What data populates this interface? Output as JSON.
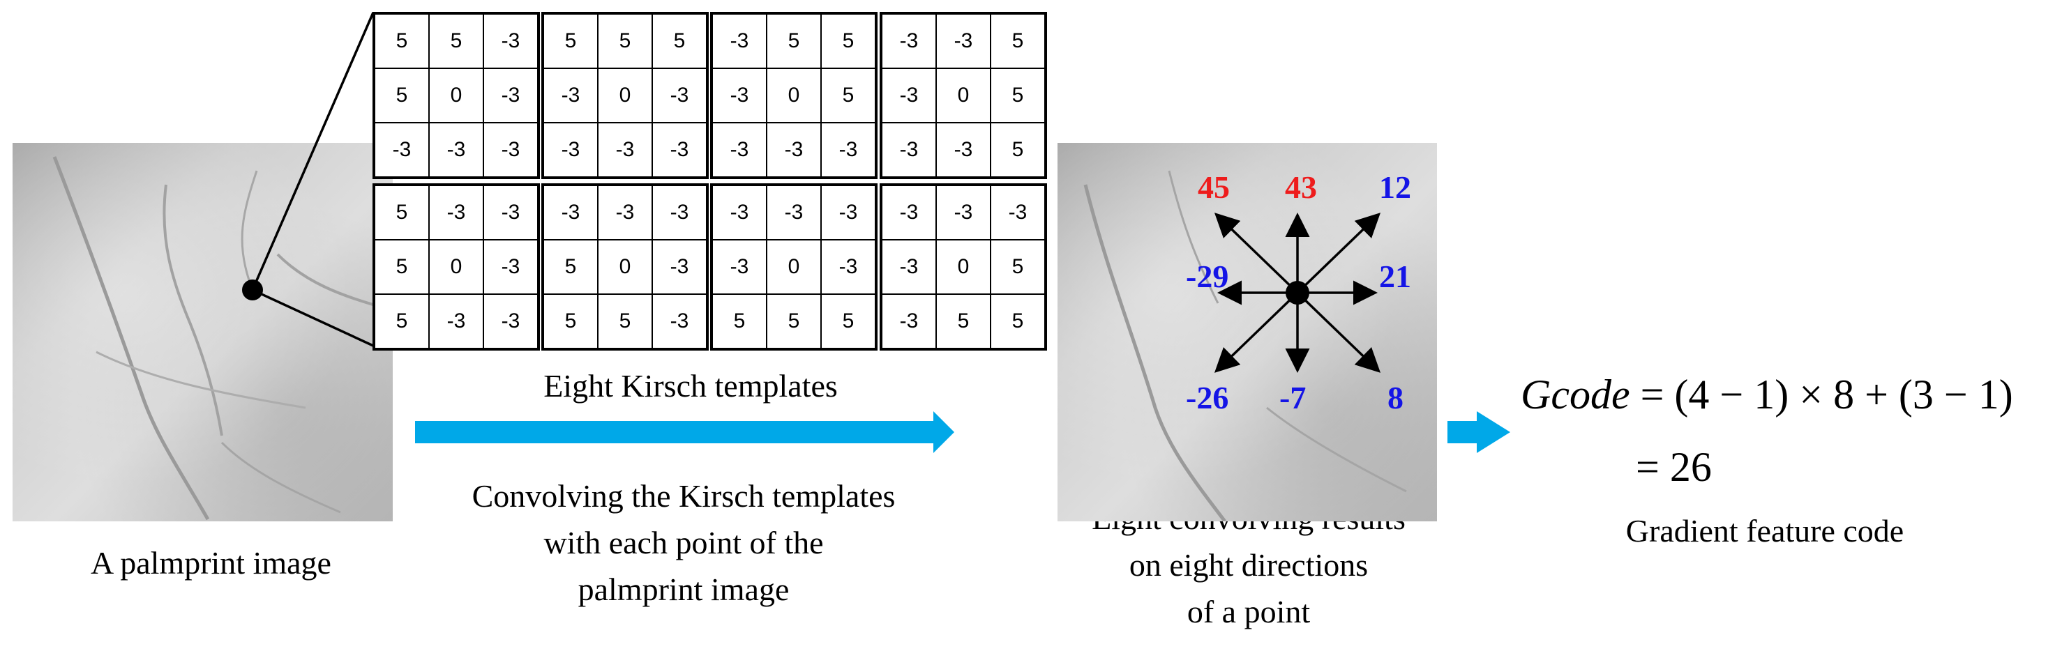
{
  "kirsch_templates": [
    [
      [
        "5",
        "5",
        "-3"
      ],
      [
        "5",
        "0",
        "-3"
      ],
      [
        "-3",
        "-3",
        "-3"
      ]
    ],
    [
      [
        "5",
        "5",
        "5"
      ],
      [
        "-3",
        "0",
        "-3"
      ],
      [
        "-3",
        "-3",
        "-3"
      ]
    ],
    [
      [
        "-3",
        "5",
        "5"
      ],
      [
        "-3",
        "0",
        "5"
      ],
      [
        "-3",
        "-3",
        "-3"
      ]
    ],
    [
      [
        "-3",
        "-3",
        "5"
      ],
      [
        "-3",
        "0",
        "5"
      ],
      [
        "-3",
        "-3",
        "5"
      ]
    ],
    [
      [
        "5",
        "-3",
        "-3"
      ],
      [
        "5",
        "0",
        "-3"
      ],
      [
        "5",
        "-3",
        "-3"
      ]
    ],
    [
      [
        "-3",
        "-3",
        "-3"
      ],
      [
        "5",
        "0",
        "-3"
      ],
      [
        "5",
        "5",
        "-3"
      ]
    ],
    [
      [
        "-3",
        "-3",
        "-3"
      ],
      [
        "-3",
        "0",
        "-3"
      ],
      [
        "5",
        "5",
        "5"
      ]
    ],
    [
      [
        "-3",
        "-3",
        "-3"
      ],
      [
        "-3",
        "0",
        "5"
      ],
      [
        "-3",
        "5",
        "5"
      ]
    ]
  ],
  "captions": {
    "templates": "Eight Kirsch templates",
    "palm": "A palmprint image",
    "convolve_1": "Convolving the Kirsch templates",
    "convolve_2": "with each point of the",
    "convolve_3": "palmprint image",
    "results_1": "Eight convolving results",
    "results_2": "on eight directions",
    "results_3": "of a point",
    "gradient": "Gradient feature code"
  },
  "directions": {
    "nw": "45",
    "n": "43",
    "ne": "12",
    "w": "-29",
    "e": "21",
    "sw": "-26",
    "s": "-7",
    "se": "8"
  },
  "formula": {
    "lhs": "Gcode",
    "rhs": "= (4 − 1) × 8 + (3 − 1)",
    "result": "= 26"
  },
  "colors": {
    "arrow": "#00a8e8",
    "max": "#ee1c1c",
    "other": "#1414e6"
  }
}
